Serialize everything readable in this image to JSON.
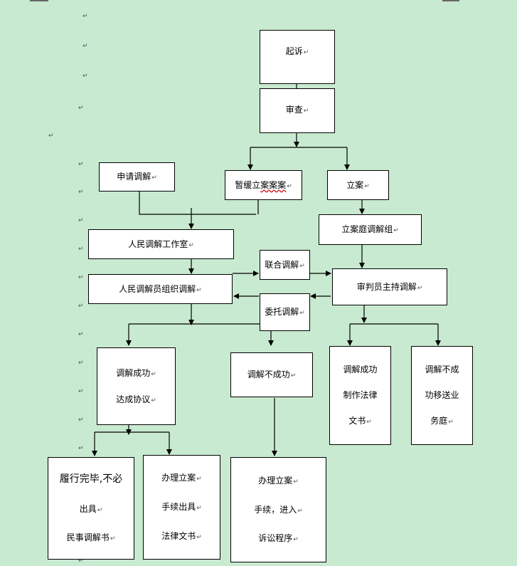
{
  "paragraph_mark": "↵",
  "nodes": {
    "qisu": "起诉",
    "shencha": "审查",
    "shenqing_tiaojie": "申请调解",
    "zanhuan_lian": "暂缓立案案案",
    "lian": "立案",
    "lian_hou_tiaojie_zu": "立案庭调解组",
    "renmin_tiaojie_gongzuoshi": "人民调解工作室",
    "lianhe_tiaojie": "联合调解",
    "tiaojieyuan_zuzhi_tiaojie": "人民调解员组织调解",
    "shenpanyuan_zhuchi_tiaojie": "审判员主持调解",
    "weituo_tiaojie": "委托调解",
    "tiaojie_chenggong_daxieyi": [
      "调解成功",
      "达成协议"
    ],
    "tiaojie_bu_chenggong": "调解不成功",
    "tiaojie_chenggong_falv": [
      "调解成功",
      "制作法律",
      "文书"
    ],
    "tiaojie_bucheng_yisong": [
      "调解不成",
      "功移送业",
      "务庭"
    ],
    "lvxing_wanbi": [
      "履行完毕,不必",
      "出具",
      "民事调解书"
    ],
    "banli_lian_falv": [
      "办理立案",
      "手续出具",
      "法律文书"
    ],
    "banli_lian_susong": [
      "办理立案",
      "手续，进入",
      "诉讼程序"
    ]
  }
}
